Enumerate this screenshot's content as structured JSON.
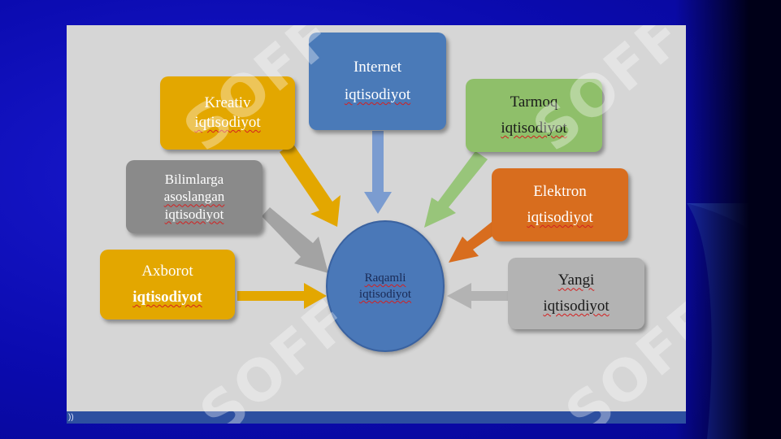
{
  "colors": {
    "slide_background": "#0b0bb0",
    "picture_background": "#d6d6d6",
    "center_circle": "#4a78b8",
    "yellow_box": "#e3a700",
    "blue_box": "#4a7ab8",
    "green_box": "#8fbf6a",
    "gray_box": "#8a8a8a",
    "orange_box": "#d86d1e",
    "light_gray_box": "#b3b3b3",
    "spelling_underline": "#d42020"
  },
  "diagram": {
    "center": {
      "line1": "Raqamli",
      "line2": "iqtisodiyot"
    },
    "nodes": {
      "kreativ": {
        "line1": "Kreativ",
        "line2": "iqtisodiyot"
      },
      "internet": {
        "line1": "Internet",
        "line2": "iqtisodiyot"
      },
      "tarmoq": {
        "line1": "Tarmoq",
        "line2": "iqtisodiyot"
      },
      "bilimlarga": {
        "line1": "Bilimlarga",
        "line2": "asoslangan",
        "line3": "iqtisodiyot"
      },
      "elektron": {
        "line1": "Elektron",
        "line2": "iqtisodiyot"
      },
      "axborot": {
        "line1": "Axborot",
        "line2": "iqtisodiyot"
      },
      "yangi": {
        "line1": "Yangi",
        "line2": "iqtisodiyot"
      }
    }
  },
  "footer": {
    "text": "))"
  },
  "watermark": {
    "text": "SOFF"
  }
}
